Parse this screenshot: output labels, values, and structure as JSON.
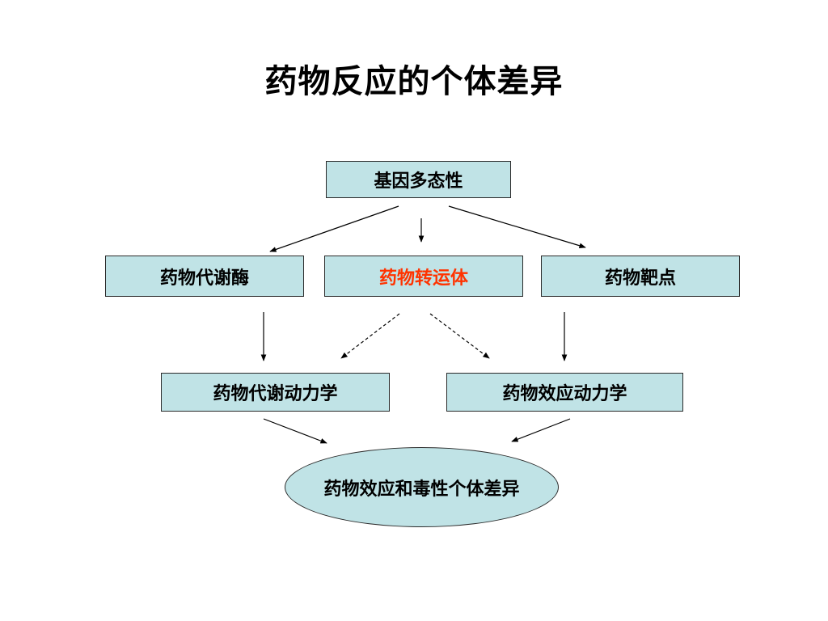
{
  "title": "药物反应的个体差异",
  "colors": {
    "box_fill": "#c0e3e6",
    "border": "#2a2a2a",
    "highlight_text": "#ff3300"
  },
  "nodes": {
    "gene": "基因多态性",
    "enzyme": "药物代谢酶",
    "transporter": "药物转运体",
    "target": "药物靶点",
    "pk": "药物代谢动力学",
    "pd": "药物效应动力学",
    "outcome": "药物效应和毒性个体差异"
  }
}
